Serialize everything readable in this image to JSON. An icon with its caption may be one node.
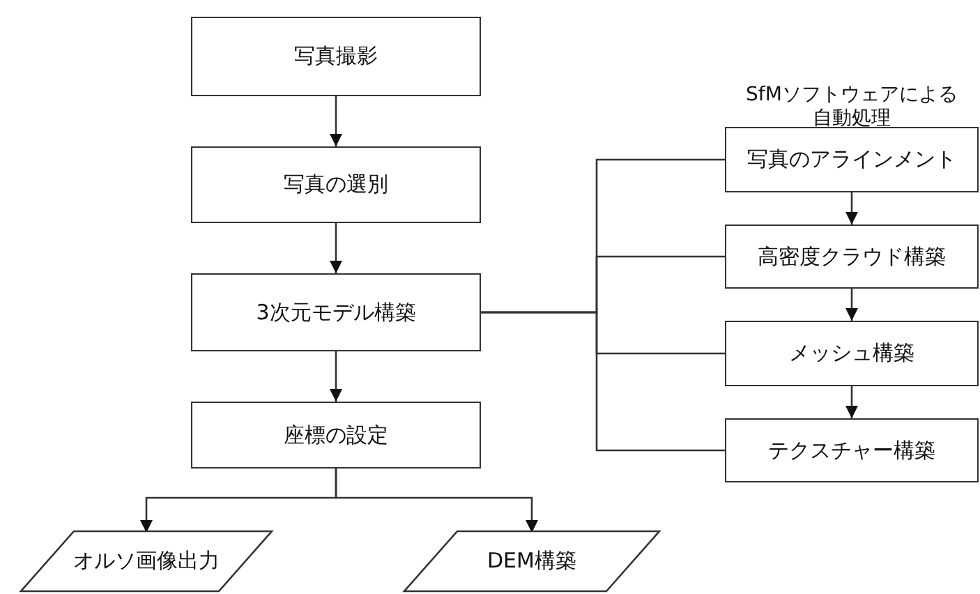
{
  "diagram": {
    "nodes": [
      {
        "text": [
          "写真撮影"
        ]
      },
      {
        "text": [
          "写真の選別"
        ]
      },
      {
        "text": [
          "3次元モデル構築"
        ]
      },
      {
        "text": [
          "座標の設定"
        ]
      },
      {
        "text": [
          "オルソ画像出力"
        ]
      },
      {
        "text": [
          "DEM構築"
        ]
      },
      {
        "text": [
          "写真のアラインメント"
        ]
      },
      {
        "text": [
          "高密度クラウド構築"
        ]
      },
      {
        "text": [
          "メッシュ構築"
        ]
      },
      {
        "text": [
          "テクスチャー構築"
        ]
      }
    ],
    "edges": [
      {
        "from": 0,
        "to": 1,
        "arrow": "to"
      },
      {
        "from": 1,
        "to": 2,
        "arrow": "to"
      },
      {
        "from": 2,
        "to": 3,
        "arrow": "to"
      },
      {
        "from": 3,
        "to": 4,
        "arrow": "to"
      },
      {
        "from": 3,
        "to": 5,
        "arrow": "to"
      },
      {
        "from": 6,
        "to": 7,
        "arrow": "to"
      },
      {
        "from": 7,
        "to": 8,
        "arrow": "to"
      },
      {
        "from": 8,
        "to": 9,
        "arrow": "to"
      },
      {
        "from": 2,
        "to": 6,
        "arrow": "none"
      },
      {
        "from": 2,
        "to": 7,
        "arrow": "none"
      },
      {
        "from": 2,
        "to": 8,
        "arrow": "none"
      },
      {
        "from": 2,
        "to": 9,
        "arrow": "none"
      }
    ],
    "labels": [
      "SfMソフトウェアによる自動処理"
    ]
  }
}
